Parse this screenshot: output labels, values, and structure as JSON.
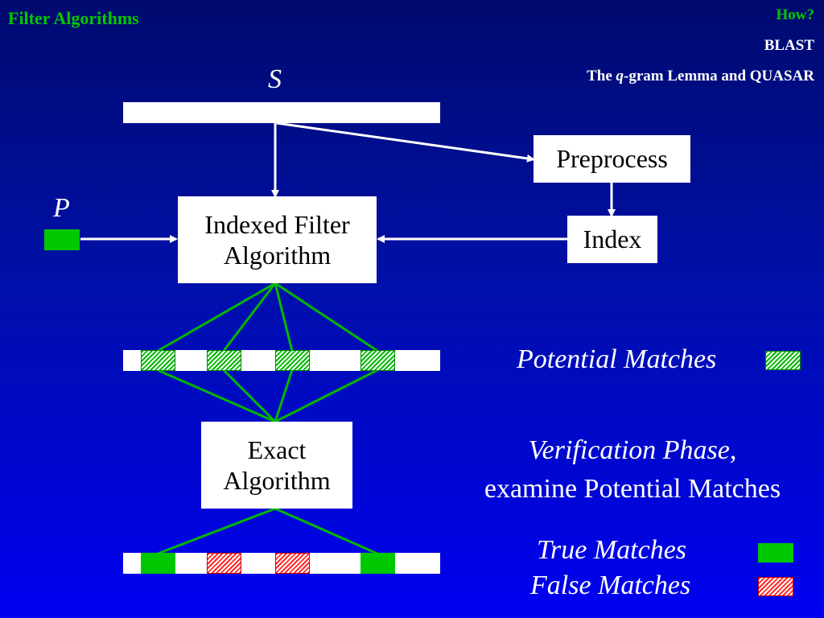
{
  "header": {
    "title": "Filter Algorithms",
    "nav_how": "How?",
    "nav_blast": "BLAST",
    "nav_qgram_prefix": "The ",
    "nav_qgram_q": "q",
    "nav_qgram_suffix": "-gram Lemma and QUASAR"
  },
  "diagram": {
    "label_s": "S",
    "label_p": "P",
    "preprocess": "Preprocess",
    "index": "Index",
    "indexed_filter_line1": "Indexed Filter",
    "indexed_filter_line2": "Algorithm",
    "exact_line1": "Exact",
    "exact_line2": "Algorithm"
  },
  "legend": {
    "potential_matches": "Potential Matches",
    "verification_phase": "Verification Phase",
    "verification_comma": ",",
    "examine": "examine Potential Matches",
    "true_matches": "True Matches",
    "false_matches": "False Matches"
  },
  "colors": {
    "title_green": "#00c800",
    "line_green": "#00b800",
    "match_green": "#00c800",
    "false_red": "#ff2a2a"
  }
}
